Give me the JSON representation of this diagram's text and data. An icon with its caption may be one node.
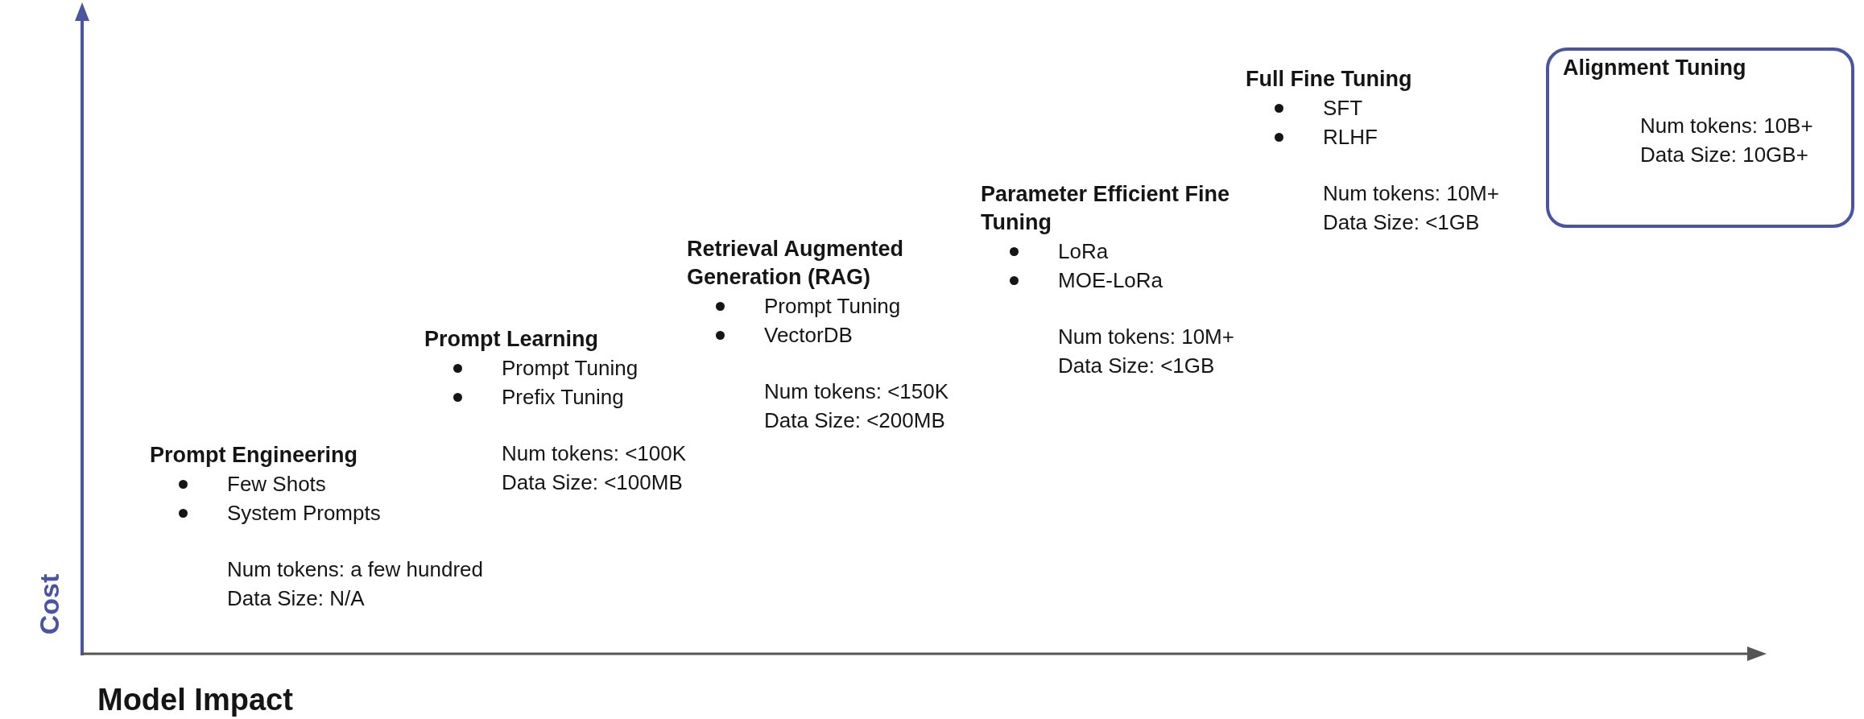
{
  "diagram": {
    "nodes": [
      {
        "text": [
          "Prompt Engineering",
          "Few Shots",
          "System Prompts",
          "Num tokens: a few hundred",
          "Data Size: N/A"
        ]
      },
      {
        "text": [
          "Prompt Learning",
          "Prompt Tuning",
          "Prefix Tuning",
          "Num tokens: <100K",
          "Data Size: <100MB"
        ]
      },
      {
        "text": [
          "Retrieval Augmented Generation (RAG)",
          "Prompt Tuning",
          "VectorDB",
          "Num tokens: <150K",
          "Data Size: <200MB"
        ]
      },
      {
        "text": [
          "Parameter Efficient Fine Tuning",
          "LoRa",
          "MOE-LoRa",
          "Num tokens: 10M+",
          "Data Size: <1GB"
        ]
      },
      {
        "text": [
          "Full Fine Tuning",
          "SFT",
          "RLHF",
          "Num tokens: 10M+",
          "Data Size: <1GB"
        ]
      },
      {
        "text": [
          "Alignment Tuning",
          "Num tokens: 10B+",
          "Data Size: 10GB+"
        ]
      }
    ],
    "labels": [
      "Cost",
      "Model Impact"
    ]
  }
}
